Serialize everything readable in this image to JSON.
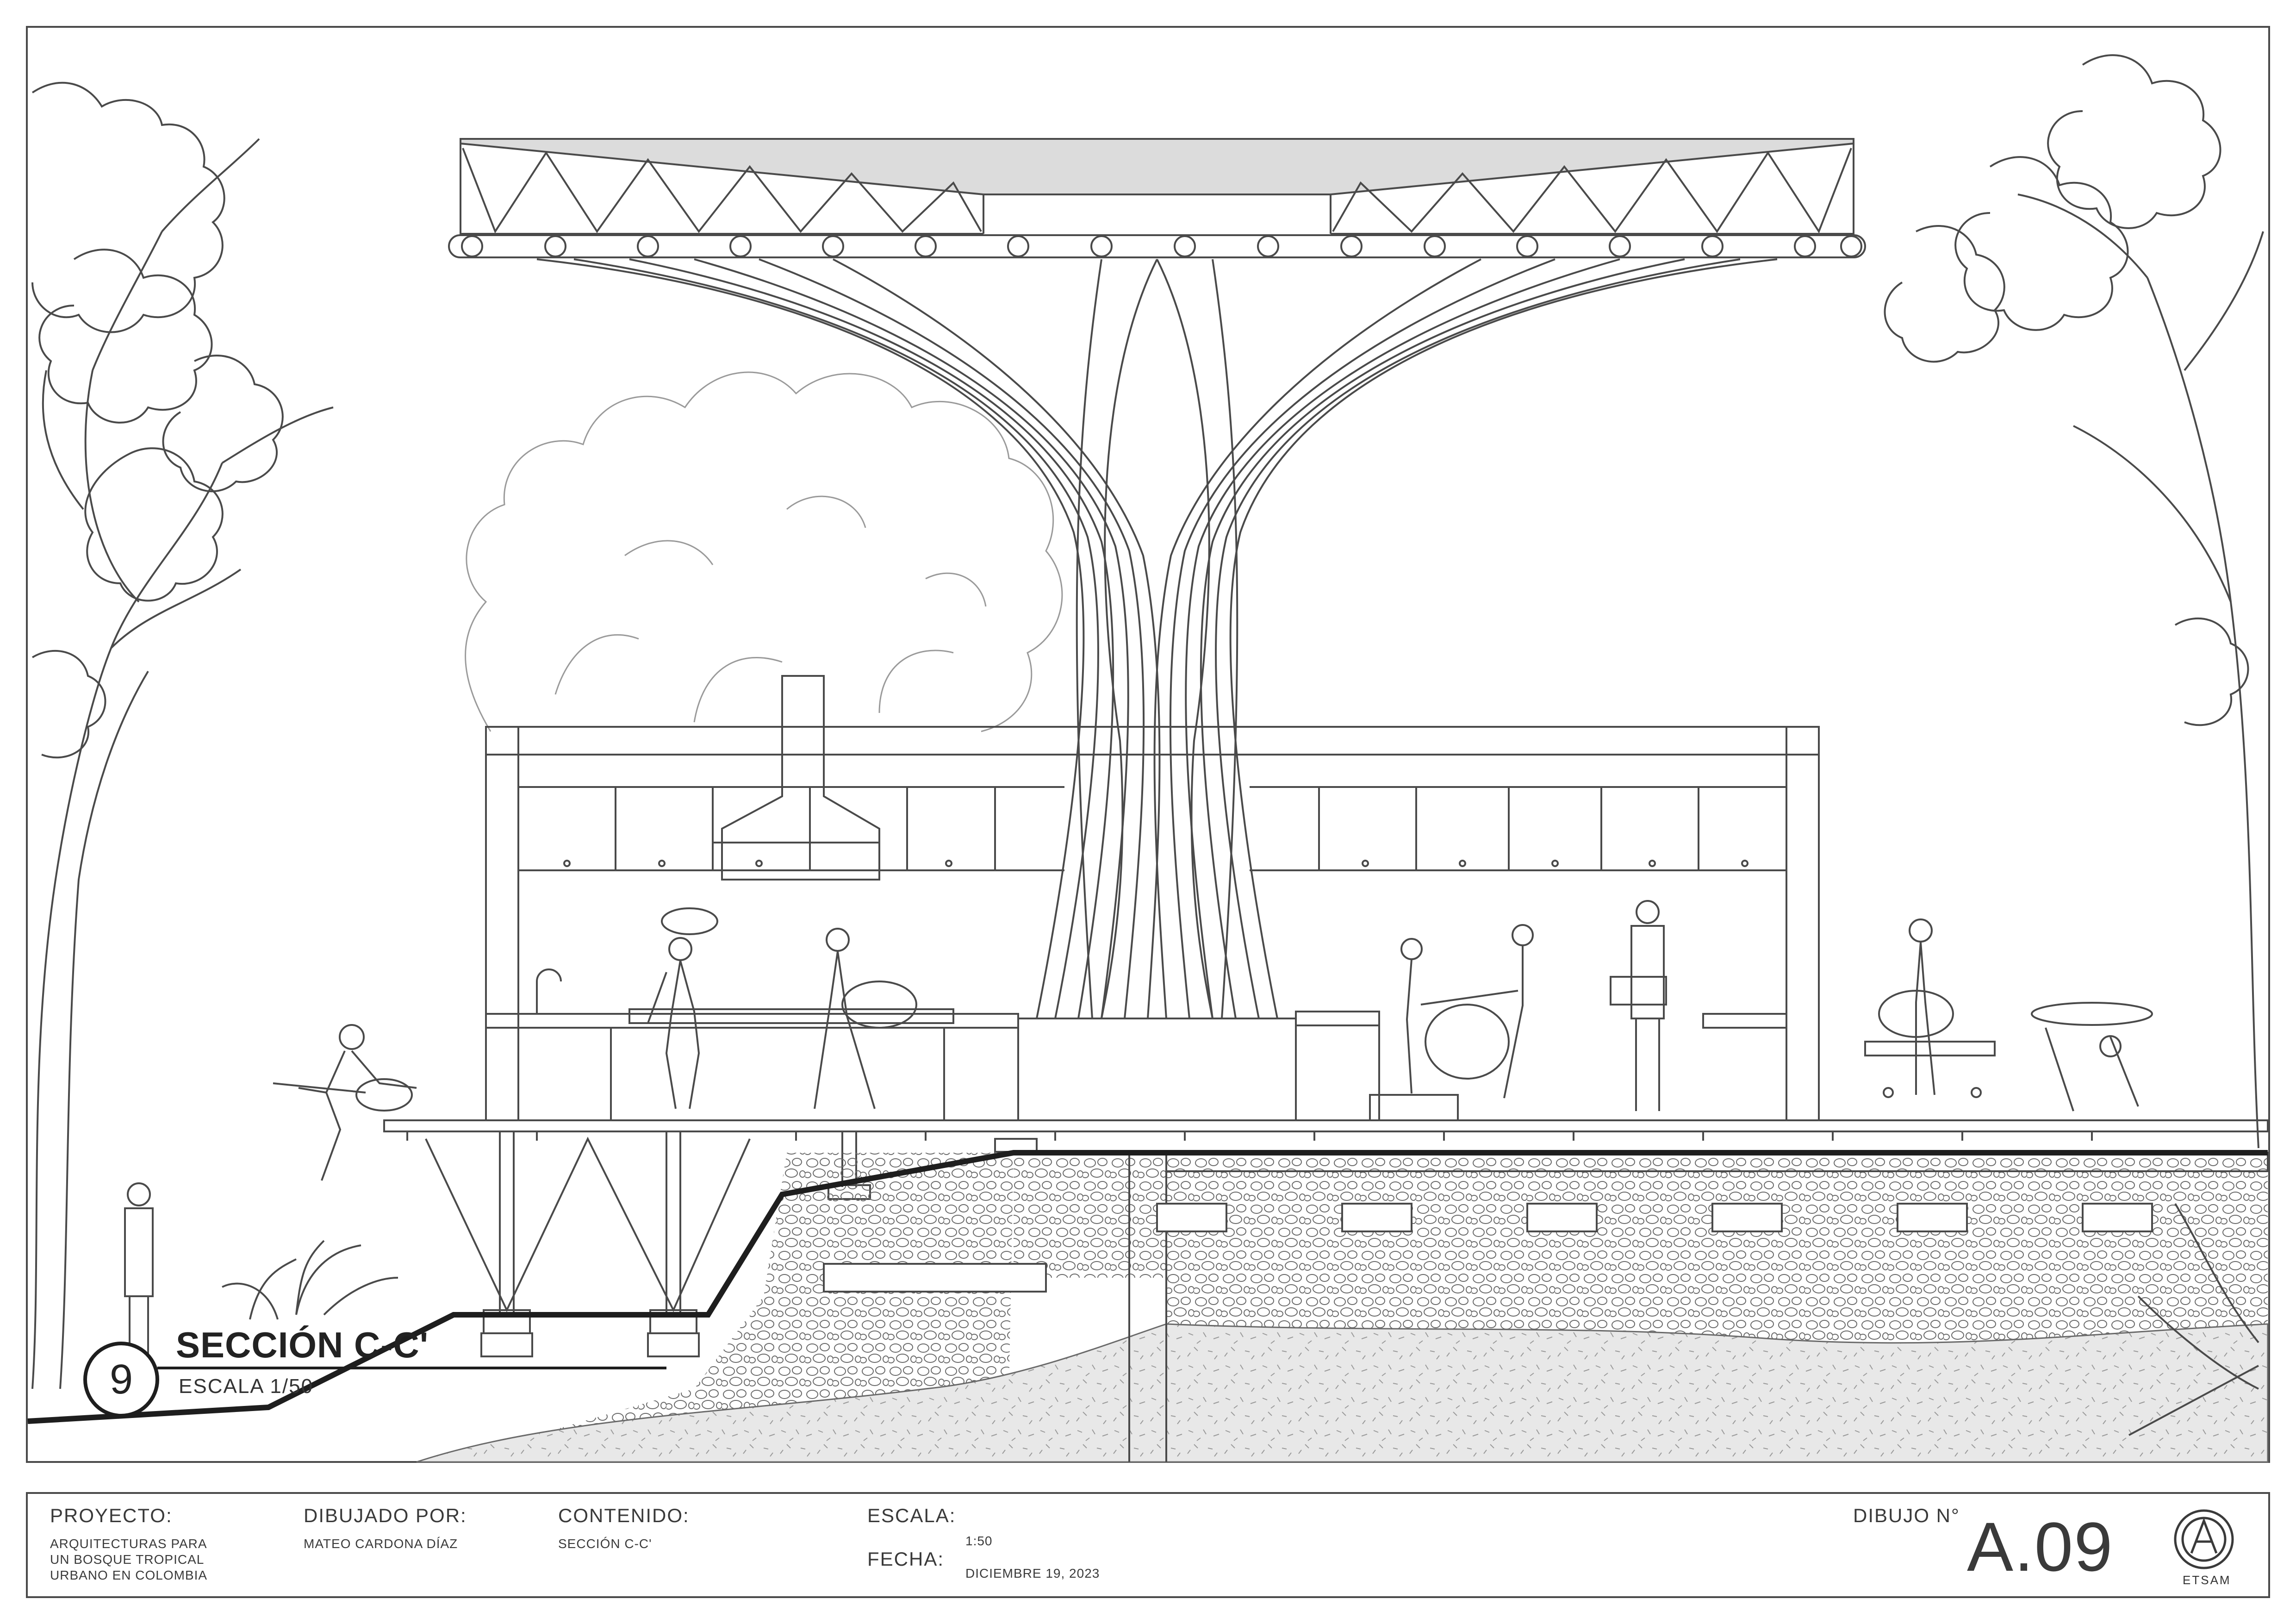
{
  "section": {
    "number": "9",
    "title": "SECCIÓN C-C'",
    "scale_label": "ESCALA 1/50"
  },
  "title_block": {
    "project_label": "PROYECTO:",
    "project_lines": [
      "ARQUITECTURAS PARA",
      "UN BOSQUE TROPICAL",
      "URBANO EN COLOMBIA"
    ],
    "drawn_by_label": "DIBUJADO POR:",
    "drawn_by_value": "MATEO CARDONA DÍAZ",
    "content_label": "CONTENIDO:",
    "content_value": "SECCIÓN C-C'",
    "scale_label": "ESCALA:",
    "scale_value": "1:50",
    "date_label": "FECHA:",
    "date_value": "DICIEMBRE 19, 2023",
    "drawing_no_label": "DIBUJO N°",
    "drawing_no_value": "A.09",
    "logo_text": "ETSAM"
  },
  "colors": {
    "line": "#4a4a4a",
    "light_line": "#8a8a8a",
    "ground_fill": "#e6e6e6",
    "roof_fill": "#dcdcdc",
    "heavy_line": "#1e1e1e"
  }
}
